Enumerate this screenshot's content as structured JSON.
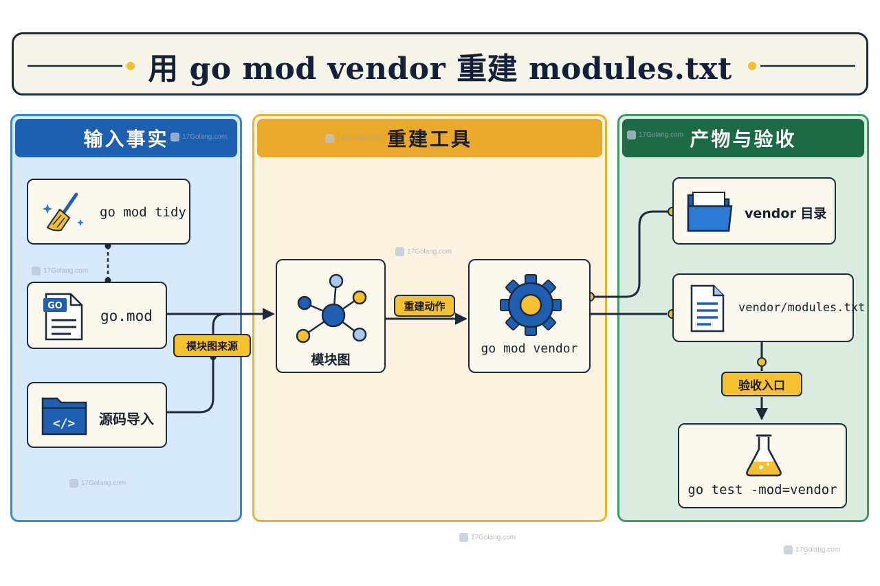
{
  "title": "用 go mod vendor 重建 modules.txt",
  "columns": {
    "inputs": {
      "heading": "输入事实"
    },
    "tools": {
      "heading": "重建工具"
    },
    "outputs": {
      "heading": "产物与验收"
    }
  },
  "nodes": {
    "tidy": {
      "label": "go mod tidy",
      "icon": "broom-icon"
    },
    "gomod": {
      "label": "go.mod",
      "icon": "go-file-icon",
      "icon_text": "GO"
    },
    "imports": {
      "label": "源码导入",
      "icon": "code-folder-icon",
      "icon_text": "</>"
    },
    "graph": {
      "label": "模块图",
      "icon": "module-graph-icon"
    },
    "vendor_cmd": {
      "label": "go mod vendor",
      "icon": "gear-icon"
    },
    "vendor_dir": {
      "label": "vendor 目录",
      "icon": "folder-icon"
    },
    "modules_txt": {
      "label": "vendor/modules.txt",
      "icon": "document-icon"
    },
    "test": {
      "label": "go test -mod=vendor",
      "icon": "flask-icon"
    }
  },
  "badges": {
    "graph_source": "模块图来源",
    "rebuild_action": "重建动作",
    "acceptance_entry": "验收入口"
  },
  "watermark": "17Golang.com",
  "colors": {
    "blue": "#2b8be6",
    "yellow": "#f0b41c",
    "green": "#3a9d63",
    "ink": "#1d2a3c",
    "accent": "#f5c12e"
  }
}
